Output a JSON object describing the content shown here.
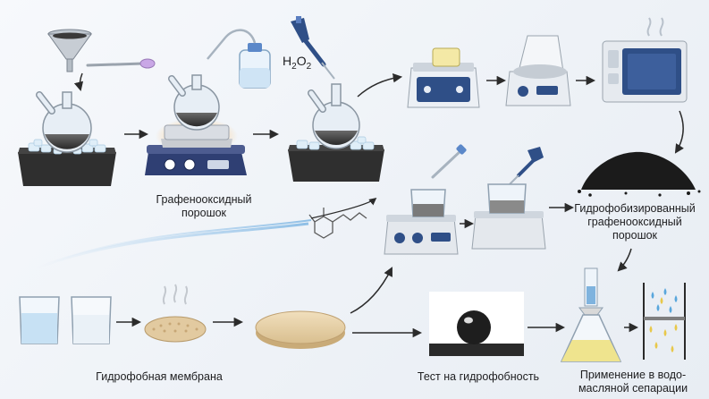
{
  "labels": {
    "graphene_oxide_powder": "Графеноoксидный\nпорошок",
    "hydrophobized_powder": "Гидрофобизированный\nграфенооксидный\nпорошок",
    "hydrophobic_membrane": "Гидрофобная мембрана",
    "hydrophobicity_test": "Тест на гидрофобность",
    "oil_water_separation": "Применение в водо-\nмасляной сепарации"
  },
  "formula": {
    "main": "H",
    "sub1": "2",
    "main2": "O",
    "sub2": "2"
  },
  "colors": {
    "background": "#eef2f7",
    "arrow": "#2b2b2b",
    "dark_powder": "#1b1b1b",
    "membrane": "#e9d5ad",
    "oil": "#e8d86a",
    "water_drop": "#59a6dc",
    "hotplate": "#2f3f73",
    "heating_glow": "#ffb655"
  },
  "icons": [
    "funnel-icon",
    "spatula-icon",
    "round-bottom-flask-icon",
    "ice-bath-icon",
    "hotplate-stirrer-icon",
    "wash-bottle-icon",
    "micropipette-icon",
    "ultrasonic-bath-icon",
    "centrifuge-icon",
    "drying-oven-icon",
    "black-powder-pile-icon",
    "beaker-icon",
    "dropper-icon",
    "membrane-disc-icon",
    "water-droplet-icon",
    "separation-funnel-icon"
  ]
}
